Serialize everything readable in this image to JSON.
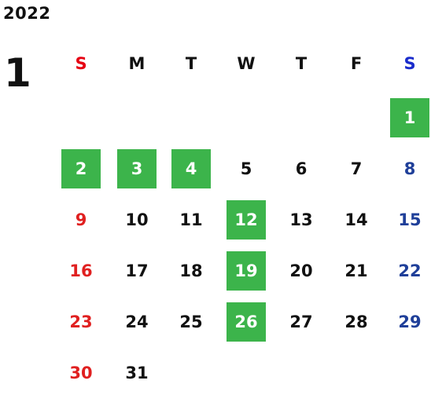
{
  "calendar": {
    "year": "2022",
    "month": "1",
    "weekdays": [
      "S",
      "M",
      "T",
      "W",
      "T",
      "F",
      "S"
    ],
    "weekday_colors": [
      "#e60012",
      "#111111",
      "#111111",
      "#111111",
      "#111111",
      "#111111",
      "#1a2ccc"
    ],
    "day_colors": {
      "sunday": "#e02020",
      "weekday": "#111111",
      "saturday": "#1f3f99"
    },
    "highlight_color": "#3cb44b",
    "first_weekday_index": 6,
    "days_in_month": 31,
    "days": [
      "1",
      "2",
      "3",
      "4",
      "5",
      "6",
      "7",
      "8",
      "9",
      "10",
      "11",
      "12",
      "13",
      "14",
      "15",
      "16",
      "17",
      "18",
      "19",
      "20",
      "21",
      "22",
      "23",
      "24",
      "25",
      "26",
      "27",
      "28",
      "29",
      "30",
      "31"
    ],
    "highlighted_days": [
      1,
      2,
      3,
      4,
      12,
      19,
      26
    ]
  }
}
